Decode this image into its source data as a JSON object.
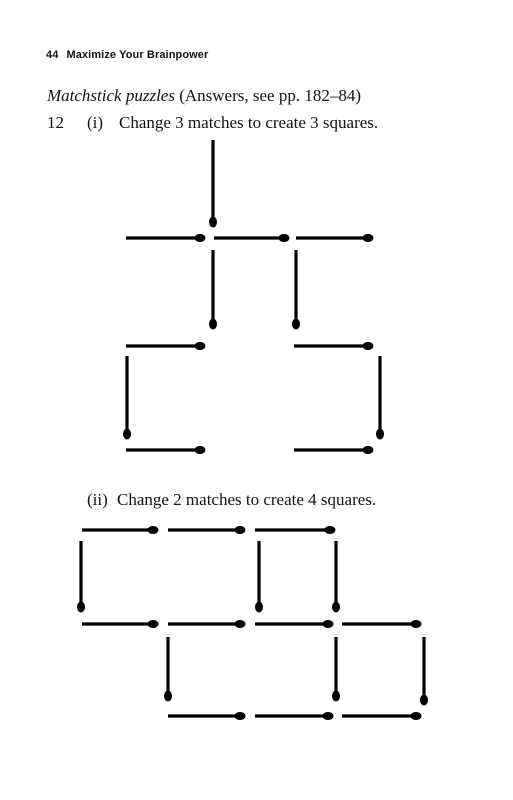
{
  "header": {
    "page_number": "44",
    "book_title": "Maximize Your Brainpower"
  },
  "section": {
    "title": "Matchstick puzzles",
    "answers_note": "(Answers, see pp. 182–84)"
  },
  "puzzle_1": {
    "number": "12",
    "part": "(i)",
    "instruction": "Change 3 matches to create 3 squares."
  },
  "puzzle_2": {
    "part": "(ii)",
    "instruction": "Change 2 matches to create 4 squares."
  }
}
